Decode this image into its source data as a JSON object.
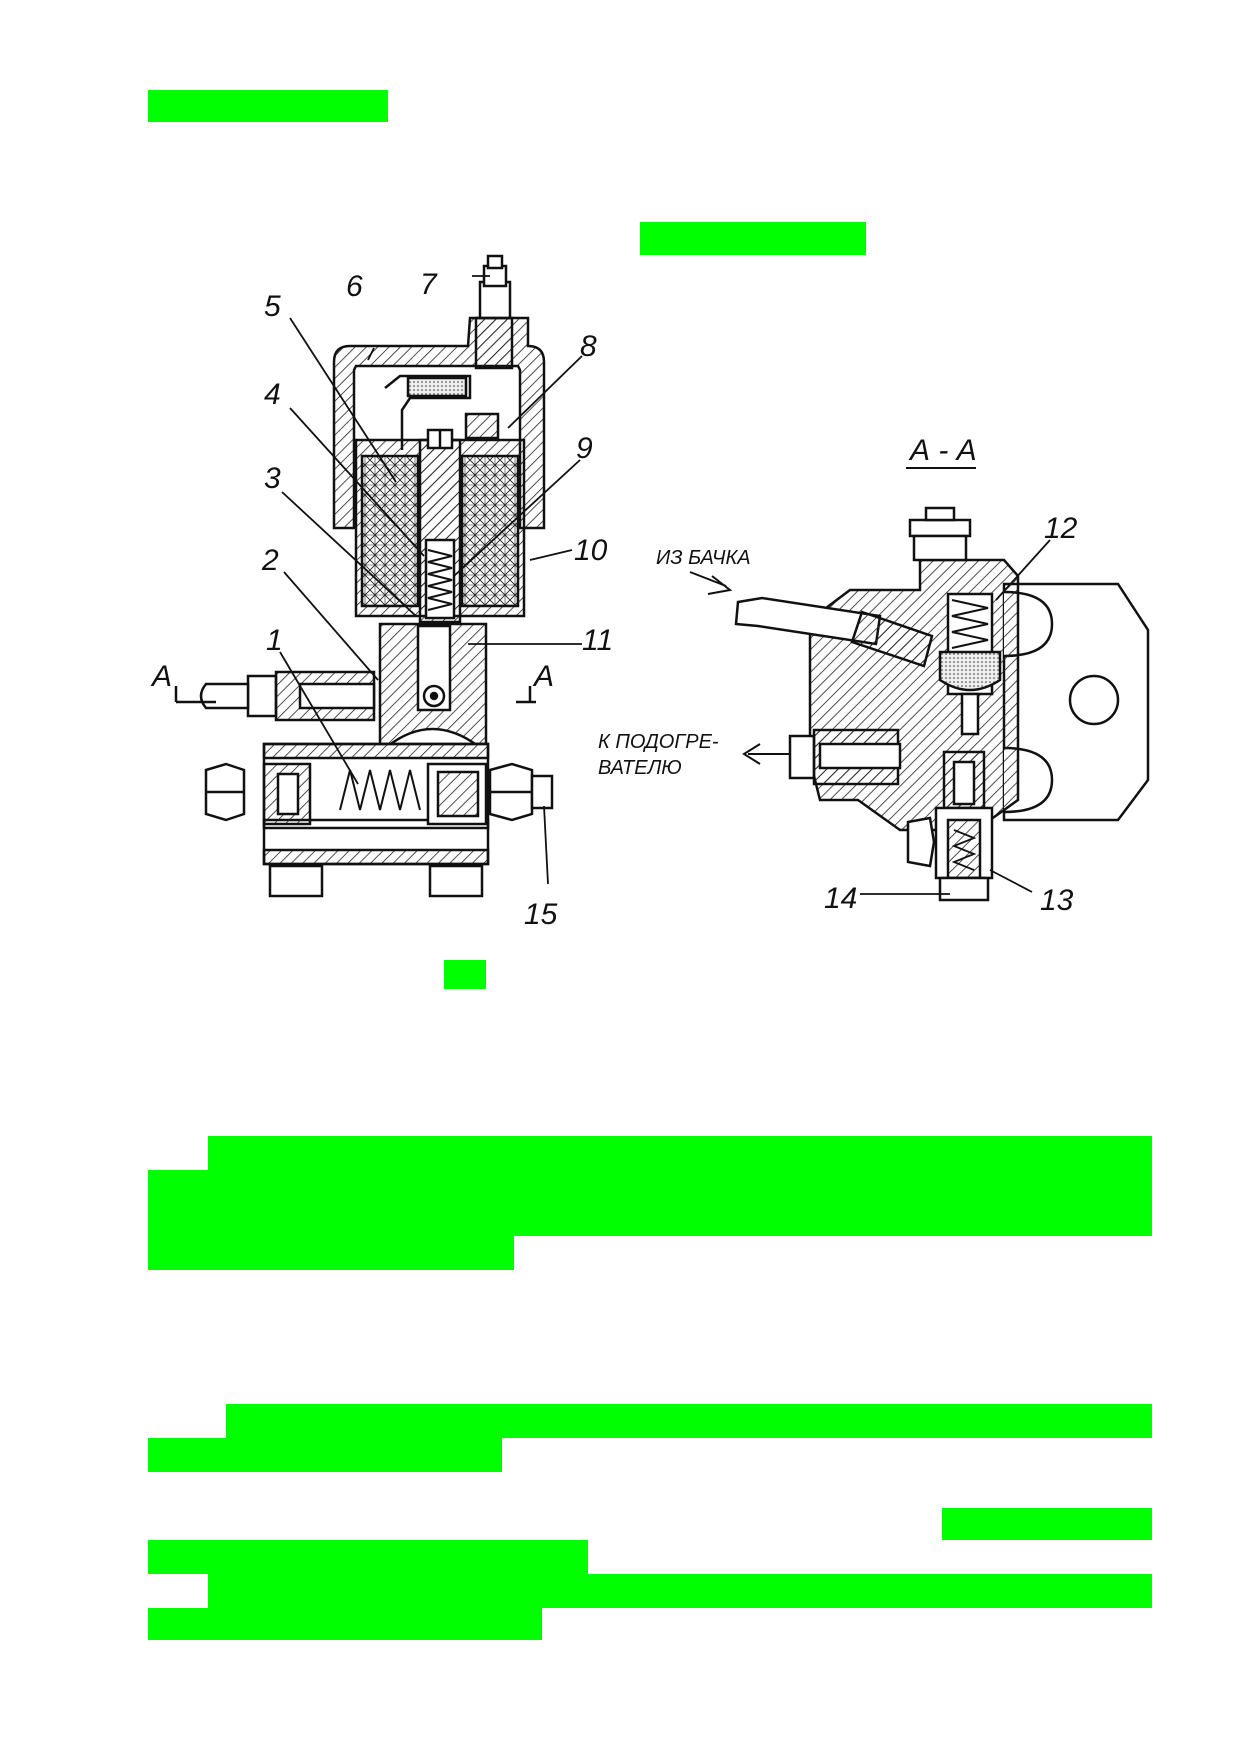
{
  "page": {
    "redaction_color": "#00ff00",
    "redacted_blocks": [
      "header",
      "figure-title",
      "figure-number",
      "paragraph-1",
      "paragraph-2",
      "paragraph-3"
    ]
  },
  "figure": {
    "section_label": "А - А",
    "left_callouts": [
      "1",
      "2",
      "3",
      "4",
      "5",
      "6",
      "7",
      "8",
      "9",
      "10",
      "11",
      "15"
    ],
    "right_callouts": [
      "12",
      "13",
      "14"
    ],
    "section_marker": "А",
    "inlet_label": "ИЗ БАЧКА",
    "outlet_label_line1": "К ПОДОГРЕ-",
    "outlet_label_line2": "ВАТЕЛЮ"
  }
}
